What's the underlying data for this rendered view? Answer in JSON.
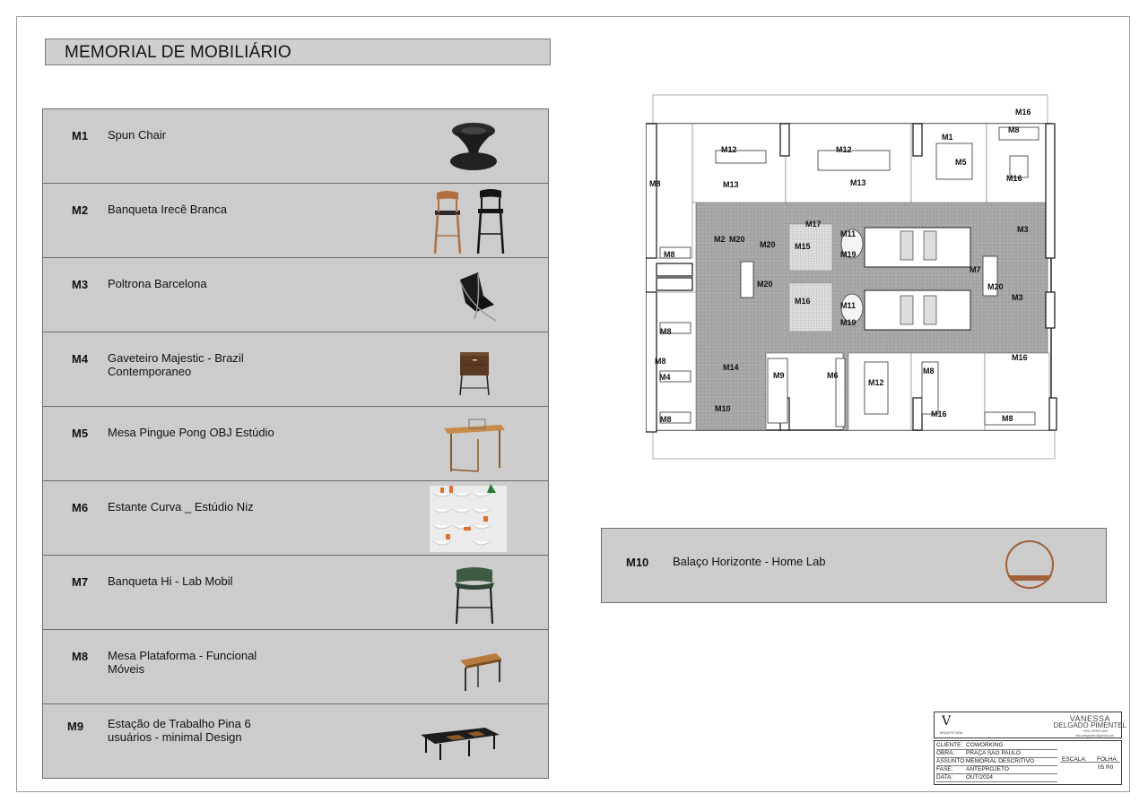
{
  "title": "MEMORIAL DE MOBILIÁRIO",
  "items": [
    {
      "code": "M1",
      "name": "Spun Chair",
      "icon": "spun-chair-image"
    },
    {
      "code": "M2",
      "name": "Banqueta Irecê Branca",
      "icon": "bar-stools-image"
    },
    {
      "code": "M3",
      "name": "Poltrona Barcelona",
      "icon": "barcelona-chair-image"
    },
    {
      "code": "M4",
      "name": "Gaveteiro Majestic  - Brazil\nContemporaneo",
      "icon": "drawer-cabinet-image"
    },
    {
      "code": "M5",
      "name": "Mesa Pingue Pong OBJ  Estúdio",
      "icon": "ping-pong-table-image"
    },
    {
      "code": "M6",
      "name": "Estante Curva _ Estúdio Niz",
      "icon": "curved-shelf-image"
    },
    {
      "code": "M7",
      "name": "Banqueta Hi - Lab Mobil",
      "icon": "hi-lab-stool-image"
    },
    {
      "code": "M8",
      "name": "Mesa Plataforma  - Funcional\nMóveis",
      "icon": "platform-table-image"
    },
    {
      "code": "M9",
      "name": "Estação de Trabalho Pina 6\nusuários  - minimal Design",
      "icon": "workstation-image"
    }
  ],
  "extra_item": {
    "code": "M10",
    "name": "Balaço Horizonte - Home Lab",
    "icon": "ring-swing-image"
  },
  "plan_labels": {
    "m16a": "M16",
    "m8a": "M8",
    "m1": "M1",
    "m5": "M5",
    "m16b": "M16",
    "m12a": "M12",
    "m12b": "M12",
    "m13a": "M13",
    "m13b": "M13",
    "m8b": "M8",
    "m2": "M2",
    "m20a": "M20",
    "m20b": "M20",
    "m17": "M17",
    "m15": "M15",
    "m11a": "M11",
    "m19a": "M19",
    "m3a": "M3",
    "m8c": "M8",
    "m7": "M7",
    "m20c": "M20",
    "m20d": "M20",
    "m3b": "M3",
    "m16c": "M16",
    "m11b": "M11",
    "m19b": "M19",
    "m8d": "M8",
    "m8e": "M8",
    "m4": "M4",
    "m14": "M14",
    "m9": "M9",
    "m6": "M6",
    "m12c": "M12",
    "m8f": "M8",
    "m16d": "M16",
    "m8g": "M8",
    "m10": "M10",
    "m16e": "M16",
    "m8h": "M8"
  },
  "stamp": {
    "logo": "V",
    "logo_sub": "ARQUITETURA",
    "brand_line1": "VANESSA",
    "brand_line2": "DELGADO PIMENTEL",
    "contact1": "+5511 99999-4837",
    "contact2": "Van.arteypedro@gmail.com",
    "fields": [
      {
        "key": "CLIENTE:",
        "value": "COWORKING"
      },
      {
        "key": "OBRA:",
        "value": "PRAÇA SÃO PAULO"
      },
      {
        "key": "ASSUNTO:",
        "value": "MEMORIAL DESCRITIVO"
      },
      {
        "key": "FASE:",
        "value": "ANTEPROJETO"
      },
      {
        "key": "DATA:",
        "value": "OUT/2024"
      }
    ],
    "scale_label": "ESCALA:",
    "sheet_label": "FOLHA:",
    "sheet_value": "05 R0"
  }
}
